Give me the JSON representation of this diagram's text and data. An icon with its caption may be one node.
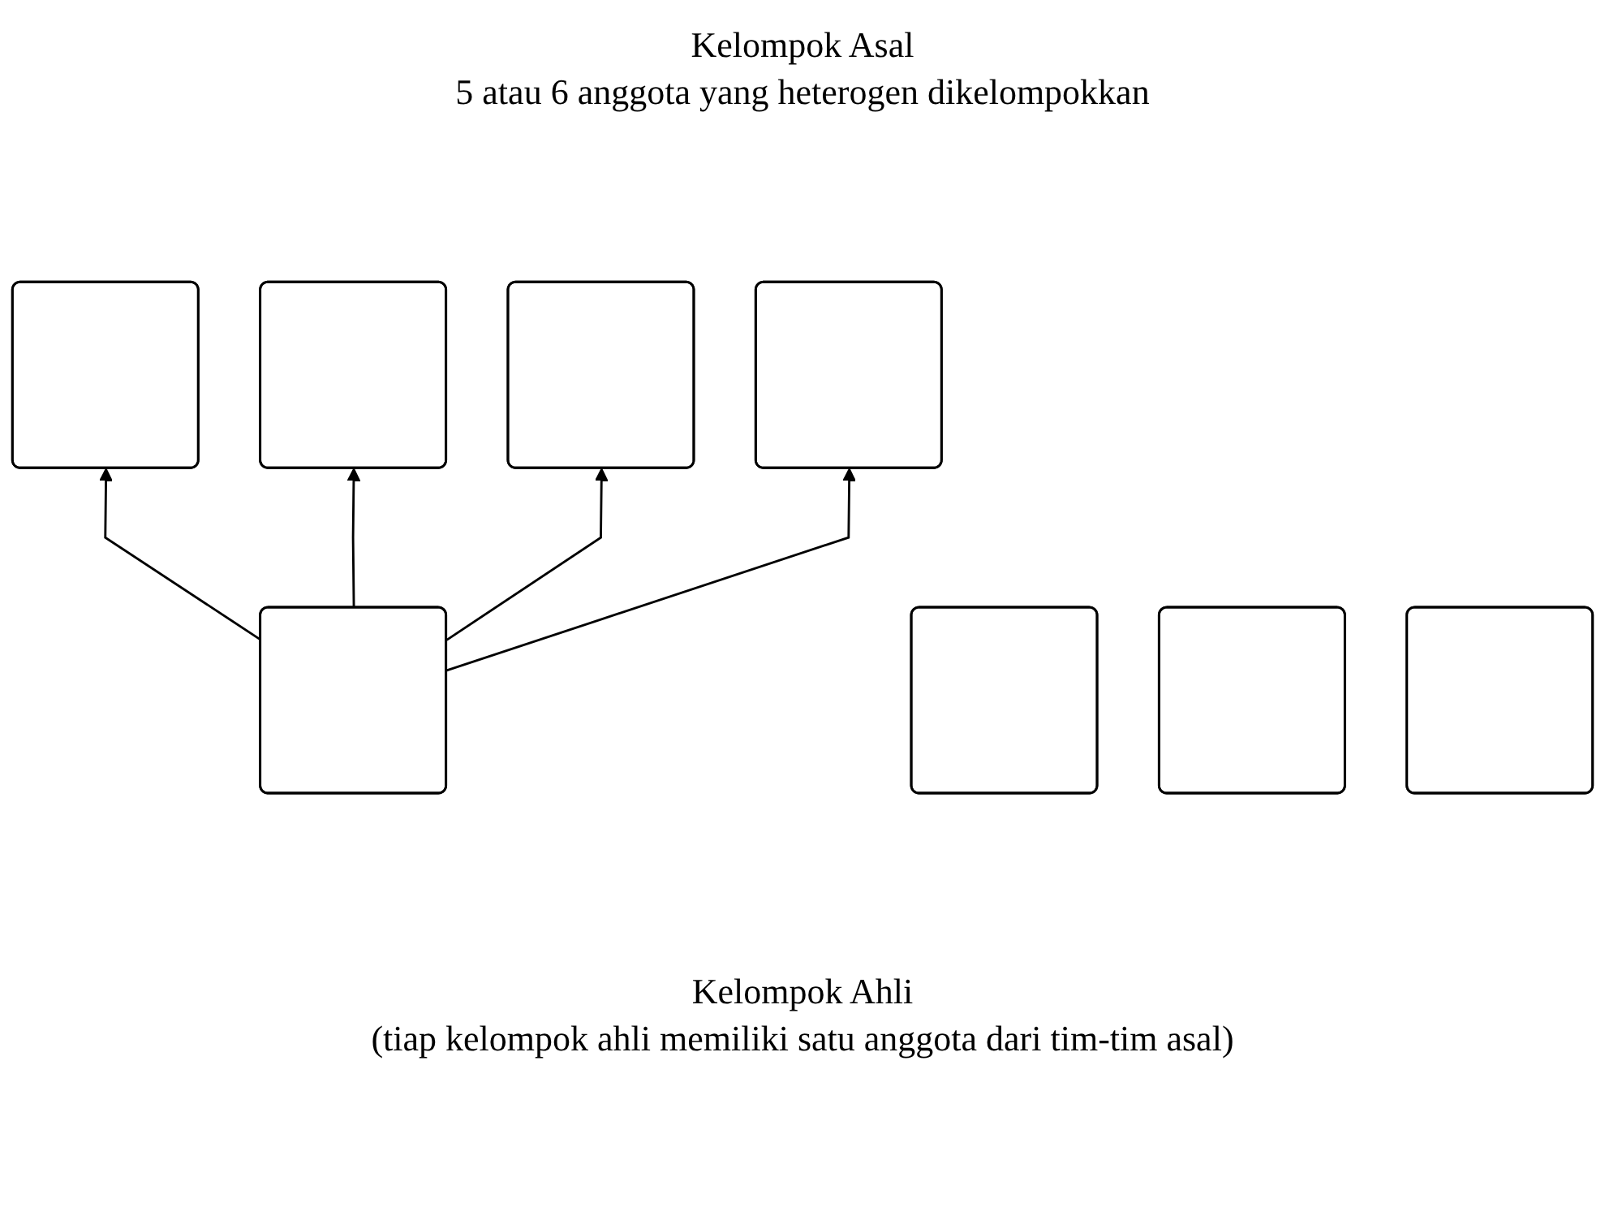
{
  "diagram": {
    "nodes": [
      {
        "text": [],
        "shape": "box"
      },
      {
        "text": [],
        "shape": "box"
      },
      {
        "text": [],
        "shape": "box"
      },
      {
        "text": [],
        "shape": "box"
      },
      {
        "text": [],
        "shape": "box"
      },
      {
        "text": [],
        "shape": "box"
      },
      {
        "text": [],
        "shape": "box"
      },
      {
        "text": [],
        "shape": "box"
      }
    ],
    "edges": [
      {
        "from": 4,
        "to": 0,
        "arrow": "to"
      },
      {
        "from": 4,
        "to": 1,
        "arrow": "to"
      },
      {
        "from": 4,
        "to": 2,
        "arrow": "to"
      },
      {
        "from": 4,
        "to": 3,
        "arrow": "to"
      }
    ],
    "labels": [
      "Kelompok Asal",
      "5 atau 6 anggota yang heterogen dikelompokkan",
      "Kelompok Ahli",
      "(tiap kelompok ahli memiliki satu anggota dari tim-tim asal)"
    ]
  }
}
